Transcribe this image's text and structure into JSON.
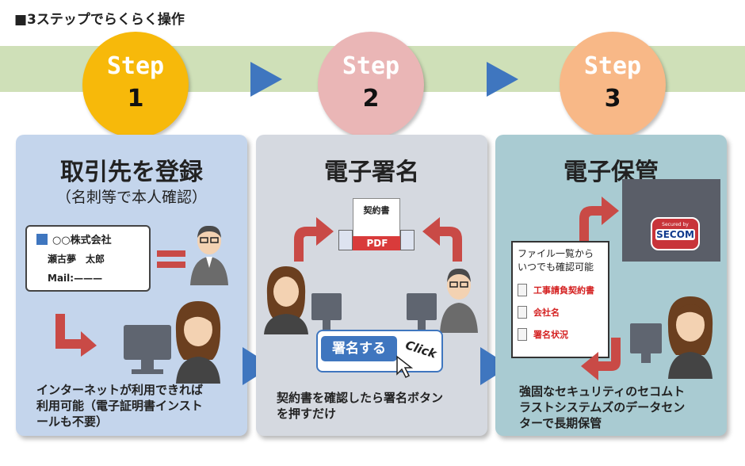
{
  "heading": "■3ステップでらくらく操作",
  "steps": [
    {
      "label": "Step",
      "number": "1"
    },
    {
      "label": "Step",
      "number": "2"
    },
    {
      "label": "Step",
      "number": "3"
    }
  ],
  "panels": [
    {
      "title": "取引先を登録",
      "subtitle": "（名刺等で本人確認）",
      "card": {
        "company": "○○株式会社",
        "name": "瀬古夢　太郎",
        "mail": "Mail:———"
      },
      "description": [
        "インターネットが利用できれば",
        "利用可能（電子証明書インスト",
        "ールも不要）"
      ]
    },
    {
      "title": "電子署名",
      "doc_label": "契約書",
      "pdf_label": "PDF",
      "sign_button": "署名する",
      "click_label": "Click",
      "description": [
        "契約書を確認したら署名ボタン",
        "を押すだけ"
      ]
    },
    {
      "title": "電子保管",
      "filebox_header": [
        "ファイル一覧から",
        "いつでも確認可能"
      ],
      "file_items": [
        "工事請負契約書",
        "会社名",
        "署名状況"
      ],
      "secom": {
        "secured_by": "Secured by",
        "brand": "SECOM"
      },
      "description": [
        "強固なセキュリティのセコムト",
        "ラストシステムズのデータセン",
        "ターで長期保管"
      ]
    }
  ],
  "colors": {
    "band": "#cfe0b8",
    "arrow": "#3f76bf",
    "step1": "#f7b90a",
    "step2": "#eab6b6",
    "step3": "#f8b887",
    "panel1": "#c4d5ec",
    "panel2": "#d5d9e0",
    "panel3": "#a9cbd2",
    "red_arrow": "#c94a46"
  }
}
